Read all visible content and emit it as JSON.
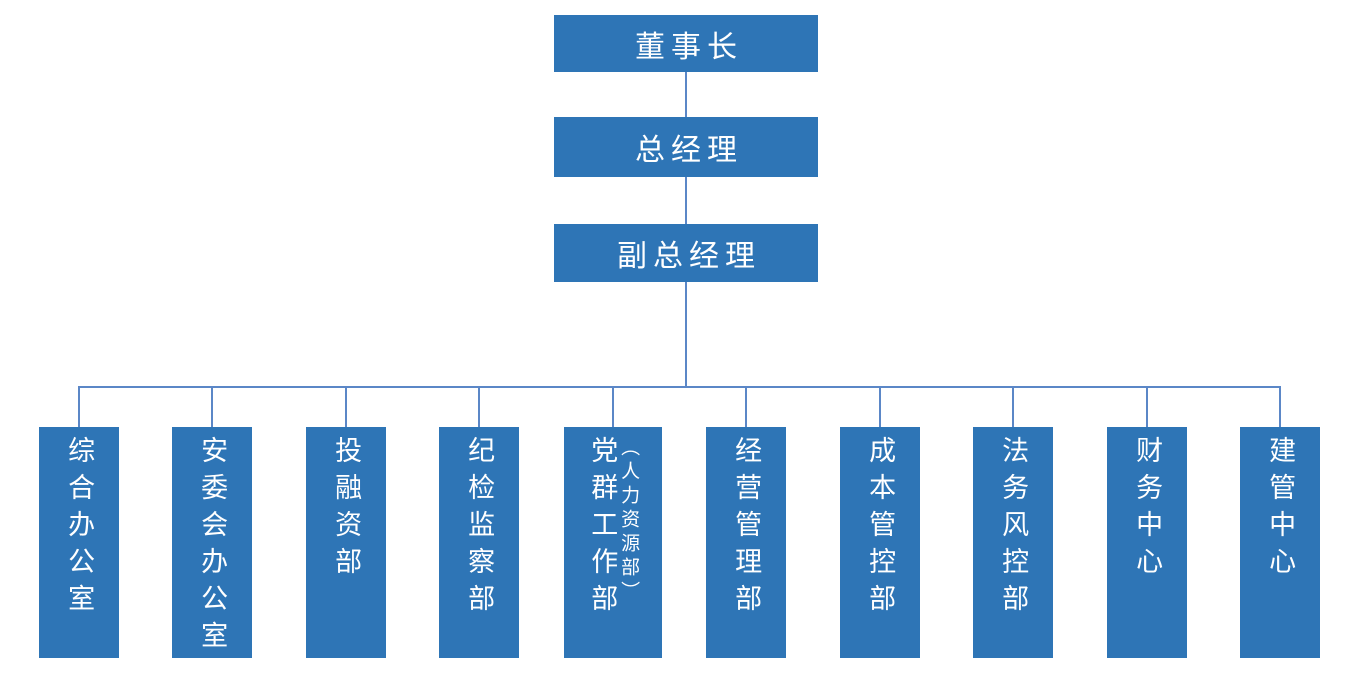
{
  "chart_title": "",
  "colors": {
    "box_fill": "#2E75B6",
    "connector_line": "#5B87C7",
    "text": "#FFFFFF",
    "background": "#FFFFFF"
  },
  "executives": [
    {
      "label": "董事长"
    },
    {
      "label": "总经理"
    },
    {
      "label": "副总经理"
    }
  ],
  "departments": [
    {
      "label": "综合办公室",
      "sublabel": ""
    },
    {
      "label": "安委会办公室",
      "sublabel": ""
    },
    {
      "label": "投融资部",
      "sublabel": ""
    },
    {
      "label": "纪检监察部",
      "sublabel": ""
    },
    {
      "label": "党群工作部",
      "sublabel": "（人力资源部）"
    },
    {
      "label": "经营管理部",
      "sublabel": ""
    },
    {
      "label": "成本管控部",
      "sublabel": ""
    },
    {
      "label": "法务风控部",
      "sublabel": ""
    },
    {
      "label": "财务中心",
      "sublabel": ""
    },
    {
      "label": "建管中心",
      "sublabel": ""
    }
  ]
}
